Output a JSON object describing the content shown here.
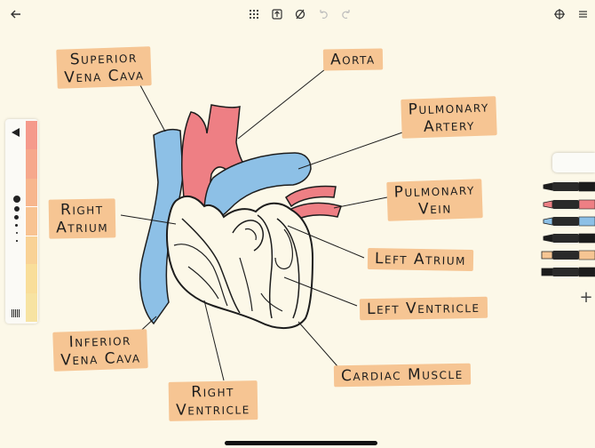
{
  "toolbar": {
    "icons": [
      "back-arrow-icon",
      "grid-icon",
      "export-icon",
      "lasso-icon",
      "undo-icon",
      "redo-icon",
      "crosshair-icon",
      "menu-icon"
    ]
  },
  "diagram": {
    "labels": {
      "superior_vena_cava": [
        "Superior",
        "Vena Cava"
      ],
      "aorta": [
        "Aorta"
      ],
      "pulmonary_artery": [
        "Pulmonary",
        "Artery"
      ],
      "pulmonary_vein": [
        "Pulmonary",
        "Vein"
      ],
      "right_atrium": [
        "Right",
        "Atrium"
      ],
      "left_atrium": [
        "Left Atrium"
      ],
      "left_ventricle": [
        "Left Ventricle"
      ],
      "inferior_vena_cava": [
        "Inferior",
        "Vena Cava"
      ],
      "cardiac_muscle": [
        "Cardiac Muscle"
      ],
      "right_ventricle": [
        "Right",
        "Ventricle"
      ]
    },
    "colors": {
      "label_bg": "#f6c593",
      "vein_blue": "#8dc0e6",
      "artery_red": "#ee7f84",
      "ink": "#1d1d1d"
    }
  },
  "palette": {
    "swatches": [
      "#f59a8c",
      "#f6a88c",
      "#f7b68e",
      "#f8c392",
      "#f9d296",
      "#f9de9a",
      "#f7e3a2"
    ],
    "selected_index": 3
  },
  "tools": {
    "pen_colors": [
      "#1c1c1c",
      "#ee7f84",
      "#8dc0e6",
      "#1c1c1c",
      "#f6c593",
      "#1c1c1c"
    ]
  }
}
